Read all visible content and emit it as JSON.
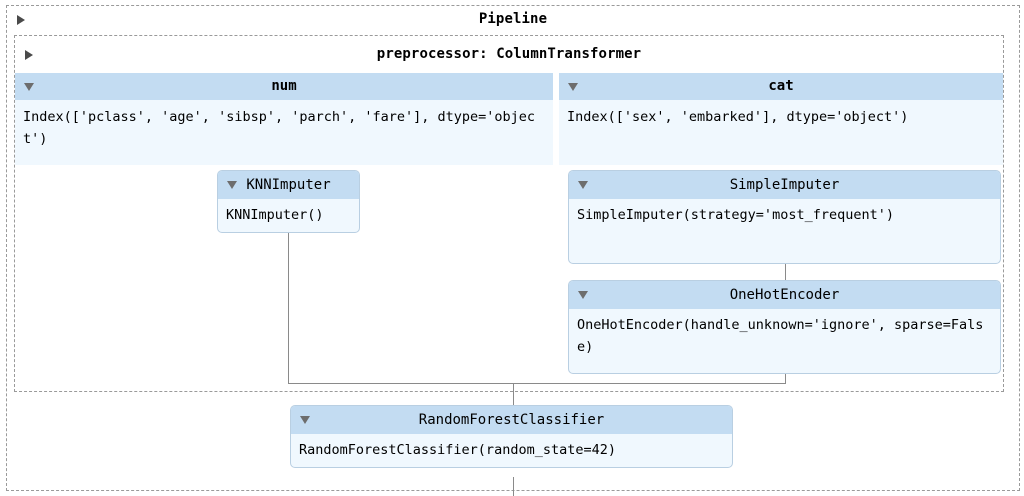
{
  "diagram": {
    "type": "sklearn-pipeline-html-repr",
    "root_label": "Pipeline",
    "colors": {
      "header_band": "#c3dcf2",
      "body_fill": "#f0f8fe",
      "box_border": "#b9cfe2",
      "dashed_border": "#9a9a9a",
      "connector": "#8a8a8a",
      "text": "#000000"
    }
  },
  "pipeline": {
    "title": "Pipeline",
    "toggle_icon": "triangle-right-icon"
  },
  "preprocessor": {
    "title": "preprocessor: ColumnTransformer",
    "toggle_icon": "triangle-right-icon",
    "columns": [
      {
        "name": "num",
        "label": "num",
        "toggle_icon": "triangle-down-icon",
        "value": "Index(['pclass', 'age', 'sibsp', 'parch', 'fare'], dtype='object')"
      },
      {
        "name": "cat",
        "label": "cat",
        "toggle_icon": "triangle-down-icon",
        "value": "Index(['sex', 'embarked'], dtype='object')"
      }
    ]
  },
  "estimators": {
    "knn_imputer": {
      "title": "KNNImputer",
      "repr": "KNNImputer()",
      "toggle_icon": "triangle-down-icon",
      "branch": "num"
    },
    "simple_imputer": {
      "title": "SimpleImputer",
      "repr": "SimpleImputer(strategy='most_frequent')",
      "toggle_icon": "triangle-down-icon",
      "branch": "cat"
    },
    "one_hot_encoder": {
      "title": "OneHotEncoder",
      "repr": "OneHotEncoder(handle_unknown='ignore', sparse=False)",
      "toggle_icon": "triangle-down-icon",
      "branch": "cat"
    },
    "random_forest": {
      "title": "RandomForestClassifier",
      "repr": "RandomForestClassifier(random_state=42)",
      "toggle_icon": "triangle-down-icon",
      "branch": "final"
    }
  }
}
